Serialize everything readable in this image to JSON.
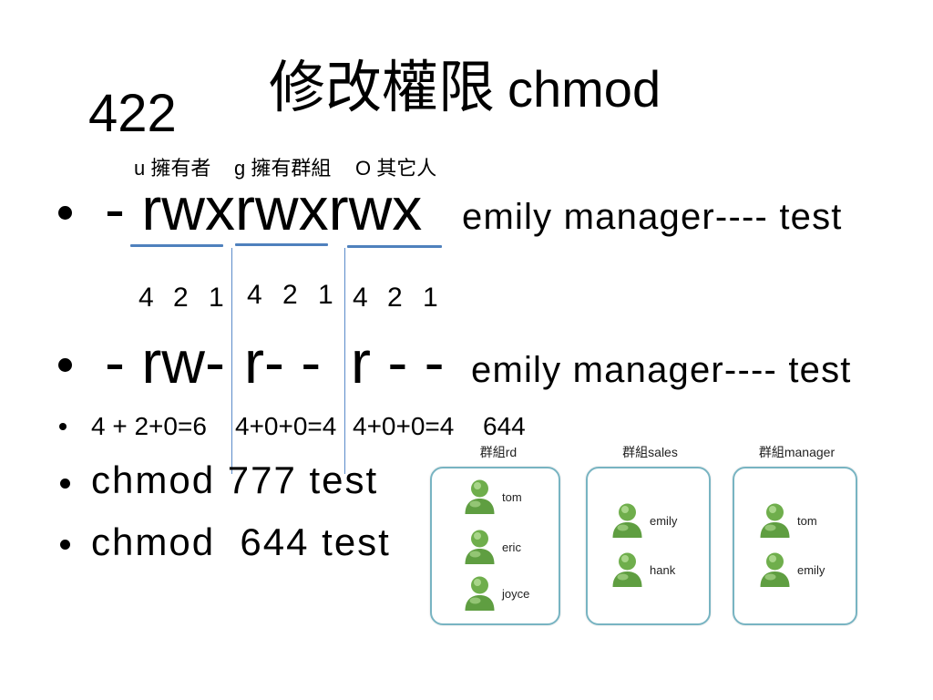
{
  "slide": {
    "title": {
      "cjk": "修改權限",
      "latin": "chmod"
    },
    "corner_number": "422",
    "permission_labels": [
      "u 擁有者",
      "g 擁有群組",
      "O 其它人"
    ],
    "full_perm": {
      "perm": "- rwxrwxrwx",
      "desc": "emily manager---- test"
    },
    "weights": [
      [
        4,
        2,
        1
      ],
      [
        4,
        2,
        1
      ],
      [
        4,
        2,
        1
      ]
    ],
    "read_perm": {
      "parts": [
        "- rw-",
        "r- -",
        "r - -"
      ],
      "desc": "emily manager---- test"
    },
    "sums": [
      "4 + 2+0=6",
      "4+0+0=4",
      "4+0+0=4",
      "644"
    ],
    "cmd_777": "chmod 777 test",
    "cmd_644": "chmod  644 test",
    "groups": [
      {
        "label": "群組rd",
        "members": [
          "tom",
          "eric",
          "joyce"
        ]
      },
      {
        "label": "群組sales",
        "members": [
          "emily",
          "hank"
        ]
      },
      {
        "label": "群組manager",
        "members": [
          "tom",
          "emily"
        ]
      }
    ],
    "colors": {
      "underline": "#4f81bd",
      "guide_line": "#5b8bc9",
      "group_border": "#78b4c2",
      "user_icon": "#6aa84f"
    },
    "icons": {
      "user": "user-icon"
    }
  }
}
